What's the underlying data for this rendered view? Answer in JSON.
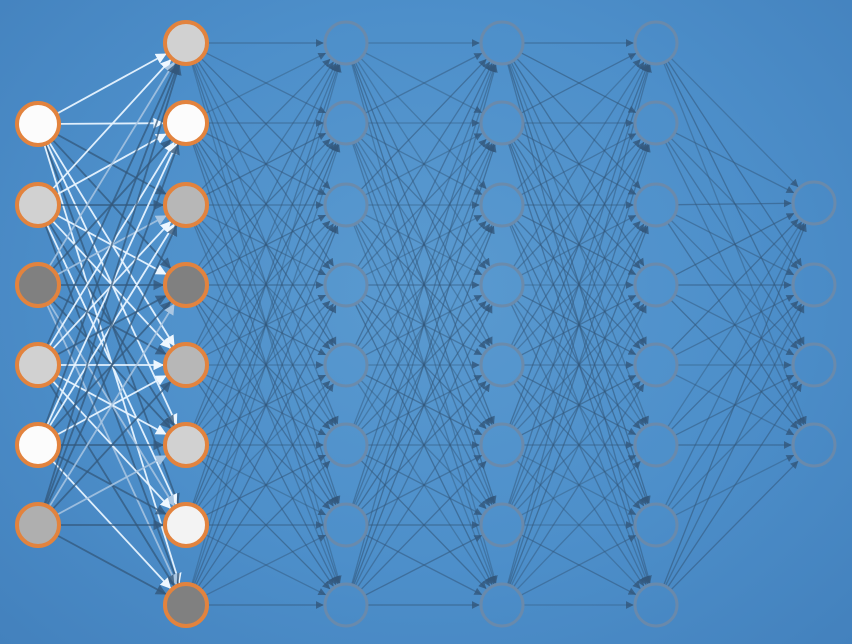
{
  "diagram": {
    "type": "neural-network",
    "colors": {
      "background": "#4d8fca",
      "active_stroke": "#e2833e",
      "inactive_stroke": "#6d8aa8",
      "edge_dark": "#33587c",
      "edge_light": "#e8f4ff"
    },
    "layers": [
      {
        "name": "input-layer",
        "active": true,
        "activations": [
          1.0,
          0.75,
          0.28,
          0.75,
          1.0,
          0.55
        ]
      },
      {
        "name": "hidden-layer-1",
        "active": true,
        "activations": [
          0.75,
          1.0,
          0.6,
          0.28,
          0.6,
          0.75,
          0.95,
          0.28
        ]
      },
      {
        "name": "hidden-layer-2",
        "active": false,
        "activations": [
          0,
          0,
          0,
          0,
          0,
          0,
          0,
          0
        ]
      },
      {
        "name": "hidden-layer-3",
        "active": false,
        "activations": [
          0,
          0,
          0,
          0,
          0,
          0,
          0,
          0
        ]
      },
      {
        "name": "hidden-layer-4",
        "active": false,
        "activations": [
          0,
          0,
          0,
          0,
          0,
          0,
          0,
          0
        ]
      },
      {
        "name": "output-layer",
        "active": false,
        "activations": [
          0,
          0,
          0,
          0
        ]
      }
    ]
  }
}
